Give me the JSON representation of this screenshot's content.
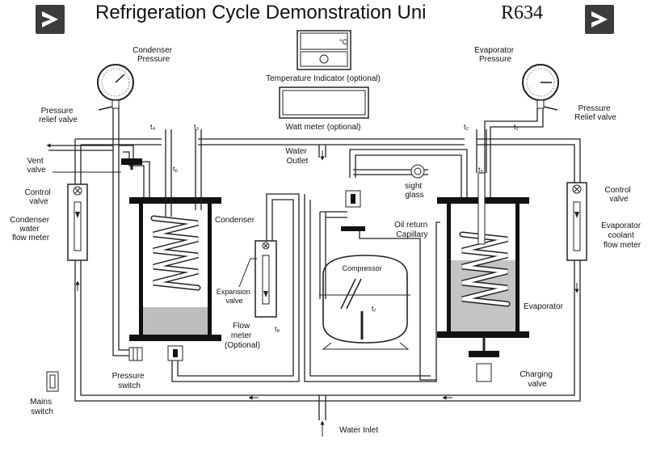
{
  "title": "Refrigeration Cycle Demonstration Uni",
  "title_suffix": "R634",
  "nav": {
    "prev_icon": "play-arrow-icon",
    "next_icon": "play-arrow-icon"
  },
  "labels": {
    "condenser_pressure": [
      "Condenser",
      "Pressure"
    ],
    "evaporator_pressure": [
      "Evaporator",
      "Pressure"
    ],
    "temperature_indicator": "Temperature Indicator (optional)",
    "temp_unit": "°C",
    "watt_meter": "Watt meter (optional)",
    "pressure_relief_left": [
      "Pressure",
      "relief valve"
    ],
    "pressure_relief_right": [
      "Pressure",
      "Relief valve"
    ],
    "vent_valve": [
      "Vent",
      "valve"
    ],
    "control_valve_left": [
      "Control",
      "valve"
    ],
    "control_valve_right": [
      "Control",
      "valve"
    ],
    "condenser_flow_meter": [
      "Condenser",
      "water",
      "flow meter"
    ],
    "evaporator_flow_meter": [
      "Evaporator",
      "coolant",
      "flow meter"
    ],
    "water_outlet": [
      "Water",
      "Outlet"
    ],
    "sight_glass": [
      "sight",
      "glass"
    ],
    "oil_return": [
      "Oil return",
      "Capillary"
    ],
    "condenser": "Condenser",
    "compressor": "Compressor",
    "expansion_valve": [
      "Expansion",
      "valve"
    ],
    "flow_meter": [
      "Flow",
      "meter",
      "(Optional)"
    ],
    "evaporator": "Evaporator",
    "pressure_switch": [
      "Pressure",
      "switch"
    ],
    "charging_valve": [
      "Charging",
      "valve"
    ],
    "mains_switch": [
      "Mains",
      "switch"
    ],
    "water_inlet": "Water Inlet",
    "t1": "t₁",
    "t2": "t₂",
    "t3": "t₃",
    "t4": "t₄",
    "t5": "t₅",
    "t6": "t₆",
    "t7": "t₇",
    "t8": "t₈"
  }
}
